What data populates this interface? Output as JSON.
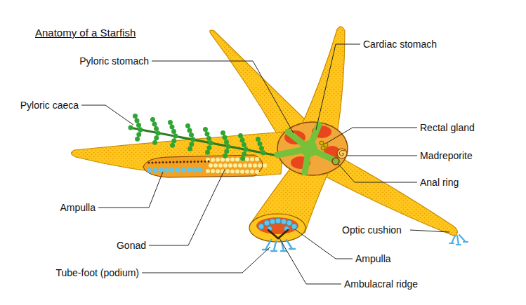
{
  "diagram": {
    "title": "Anatomy of a Starfish",
    "labels": [
      "Cardiac stomach",
      "Pyloric stomach",
      "Pyloric caeca",
      "Rectal gland",
      "Madreporite",
      "Anal ring",
      "Ampulla",
      "Optic cushion",
      "Gonad",
      "Ampulla",
      "Tube-foot (podium)",
      "Ambulacral ridge"
    ]
  }
}
